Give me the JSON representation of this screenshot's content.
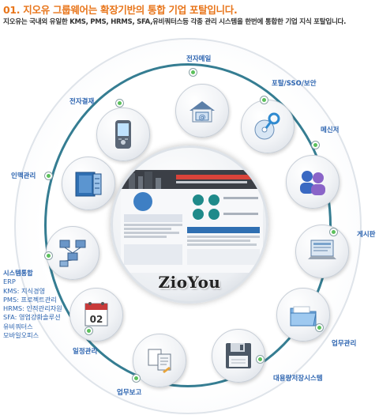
{
  "header": {
    "title": "01. 지오유 그룹웨어는 확장기반의 통합 기업 포탈입니다.",
    "subtitle": "지오유는 국내외 유일한 KMS, PMS, HRMS, SFA,유비쿼터스등 각종 관리 시스템을 한번에 통합한 기업 지식 포탈입니다."
  },
  "center": {
    "logo": "ZioYou"
  },
  "nodes": [
    {
      "label": "전자메일",
      "icon": "mail-house-icon"
    },
    {
      "label": "포탈/SSO/보안",
      "icon": "cd-key-icon"
    },
    {
      "label": "메신저",
      "icon": "users-icon"
    },
    {
      "label": "게시판",
      "icon": "laptop-icon"
    },
    {
      "label": "업무관리",
      "icon": "folder-icon"
    },
    {
      "label": "대용량저장시스템",
      "icon": "floppy-icon"
    },
    {
      "label": "업무보고",
      "icon": "documents-icon"
    },
    {
      "label": "일정관리",
      "icon": "calendar-icon"
    },
    {
      "label": "시스템통합",
      "icon": "network-icon"
    },
    {
      "label": "인맥관리",
      "icon": "address-book-icon"
    },
    {
      "label": "전자결재",
      "icon": "pda-icon"
    }
  ],
  "calendar_day": "02",
  "integration": {
    "items": [
      "ERP",
      "KMS: 지식경영",
      "PMS: 프로젝트관리",
      "HRMS: 인적관리자원",
      "SFA: 영업강화솔루션",
      "유비쿼터스",
      "모바일오피스"
    ]
  },
  "colors": {
    "title": "#e8751a",
    "label": "#2c64b0",
    "ring": "#1f6f86",
    "dot": "#5bc05b"
  }
}
